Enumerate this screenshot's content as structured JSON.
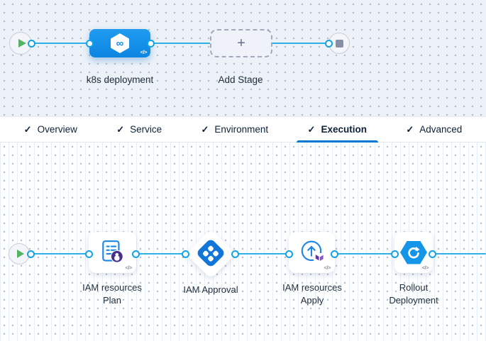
{
  "stage_graph": {
    "stage_icon_glyph": "∞",
    "code_glyph": "</>",
    "stages": [
      {
        "name": "k8s deployment"
      }
    ],
    "add_stage": {
      "label": "Add Stage",
      "plus_glyph": "+"
    }
  },
  "tabs": {
    "check_glyph": "✓",
    "active_tab": "Execution",
    "items": [
      {
        "label": "Overview",
        "checked": true,
        "active": false
      },
      {
        "label": "Service",
        "checked": true,
        "active": false
      },
      {
        "label": "Environment",
        "checked": true,
        "active": false
      },
      {
        "label": "Execution",
        "checked": true,
        "active": true
      },
      {
        "label": "Advanced",
        "checked": true,
        "active": false
      }
    ]
  },
  "execution_graph": {
    "code_glyph": "</>",
    "steps": [
      {
        "name_line1": "IAM resources",
        "name_line2": "Plan",
        "icon": "terraform-plan-icon"
      },
      {
        "name_line1": "IAM Approval",
        "name_line2": "",
        "icon": "harness-approval-icon"
      },
      {
        "name_line1": "IAM resources",
        "name_line2": "Apply",
        "icon": "terraform-apply-icon"
      },
      {
        "name_line1": "Rollout",
        "name_line2": "Deployment",
        "icon": "k8s-rollout-icon"
      }
    ]
  },
  "colors": {
    "accent_blue": "#0278d5",
    "stage_node_blue": "#1590e9",
    "edge_cyan": "#2eb1e8",
    "play_green": "#56b264",
    "terraform_purple": "#7b42bc",
    "plan_badge_purple": "#473088",
    "canvas_top_bg": "#edf2f8",
    "canvas_bottom_bg": "#fdfeff"
  }
}
